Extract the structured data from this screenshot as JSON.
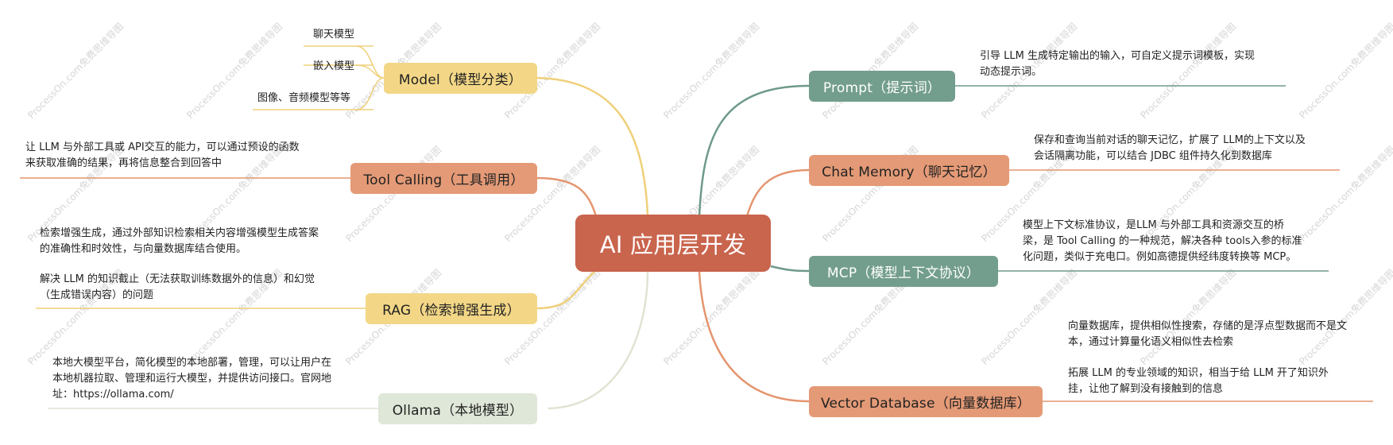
{
  "watermark": "ProcessOn.com免费思维导图",
  "center": {
    "label": "AI 应用层开发"
  },
  "left_branches": [
    {
      "label": "Model（模型分类）",
      "children": [
        "聊天模型",
        "嵌入模型",
        "图像、音频模型等等"
      ]
    },
    {
      "label": "Tool Calling（工具调用）",
      "notes": [
        [
          "让 LLM 与外部工具或 API交互的能力，可以通过预设的函数",
          "来获取准确的结果，再将信息整合到回答中"
        ]
      ]
    },
    {
      "label": "RAG（检索增强生成）",
      "notes": [
        [
          "检索增强生成，通过外部知识检索相关内容增强模型生成答案",
          "的准确性和时效性，与向量数据库结合使用。"
        ],
        [
          "解决 LLM 的知识截止（无法获取训练数据外的信息）和幻觉",
          "（生成错误内容）的问题"
        ]
      ]
    },
    {
      "label": "Ollama（本地模型）",
      "notes": [
        [
          "本地大模型平台，简化模型的本地部署，管理，可以让用户在",
          "本地机器拉取、管理和运行大模型，并提供访问接口。官网地",
          "址：https://ollama.com/"
        ]
      ]
    }
  ],
  "right_branches": [
    {
      "label": "Prompt（提示词）",
      "notes": [
        [
          "引导 LLM 生成特定输出的输入，可自定义提示词模板，实现",
          "动态提示词。"
        ]
      ]
    },
    {
      "label": "Chat Memory（聊天记忆）",
      "notes": [
        [
          "保存和查询当前对话的聊天记忆，扩展了 LLM的上下文以及",
          "会话隔离功能，可以结合 JDBC 组件持久化到数据库"
        ]
      ]
    },
    {
      "label": "MCP（模型上下文协议）",
      "notes": [
        [
          "模型上下文标准协议，是LLM 与外部工具和资源交互的桥",
          "梁，是 Tool Calling 的一种规范，解决各种 tools入参的标准",
          "化问题，类似于充电口。例如高德提供经纬度转换等 MCP。"
        ]
      ]
    },
    {
      "label": "Vector Database（向量数据库）",
      "notes": [
        [
          "向量数据库，提供相似性搜索，存储的是浮点型数据而不是文",
          "本，通过计算量化语义相似性去检索"
        ],
        [
          "拓展 LLM 的专业领域的知识，相当于给 LLM 开了知识外",
          "挂，让他了解到没有接触到的信息"
        ]
      ]
    }
  ],
  "colors": {
    "center": "#c9644d",
    "yellow": "#f3d786",
    "orange": "#e49a76",
    "green": "#739e8d",
    "mint": "#dfe7d8",
    "link_yellow": "#efd07a",
    "link_orange": "#e4956f",
    "link_green": "#6e9a88",
    "link_mint": "#dfe4d2"
  }
}
